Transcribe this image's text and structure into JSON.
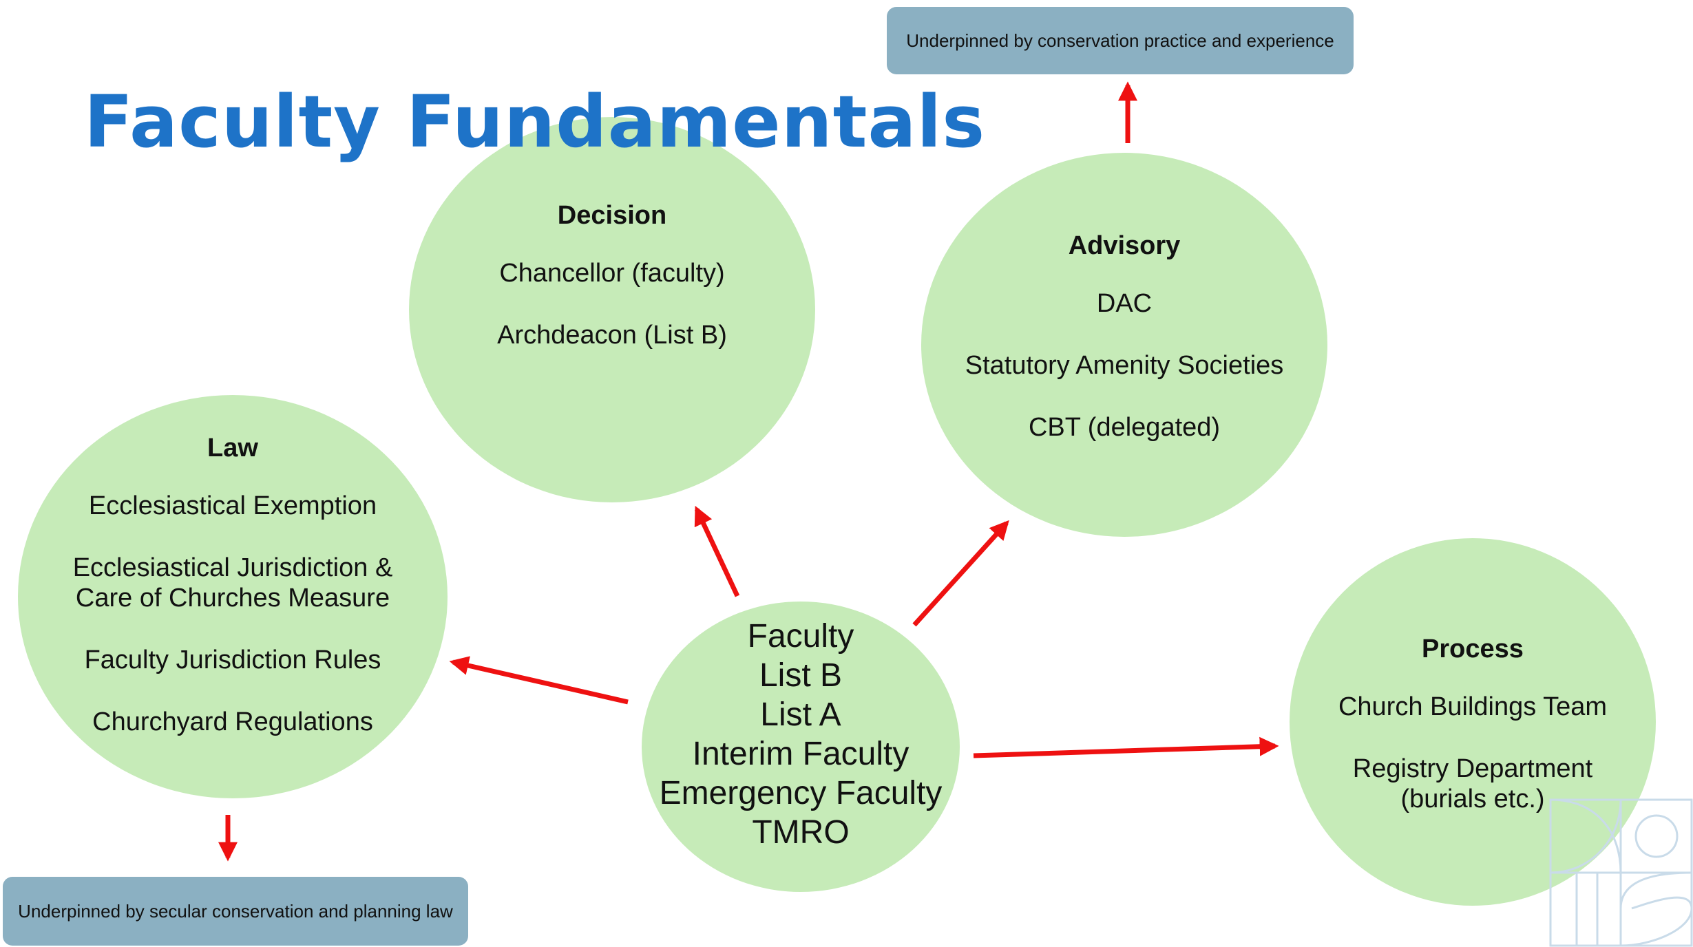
{
  "title": "Faculty Fundamentals",
  "center": {
    "lines": [
      "Faculty",
      "List B",
      "List A",
      "Interim Faculty",
      "Emergency Faculty",
      "TMRO"
    ]
  },
  "decision": {
    "heading": "Decision",
    "items": [
      "Chancellor (faculty)",
      "Archdeacon (List B)"
    ]
  },
  "advisory": {
    "heading": "Advisory",
    "items": [
      "DAC",
      "Statutory Amenity Societies",
      "CBT (delegated)"
    ]
  },
  "law": {
    "heading": "Law",
    "items": [
      "Ecclesiastical Exemption",
      "Ecclesiastical Jurisdiction & Care of Churches Measure",
      "Faculty Jurisdiction Rules",
      "Churchyard Regulations"
    ]
  },
  "process": {
    "heading": "Process",
    "items": [
      "Church Buildings Team",
      "Registry Department (burials etc.)"
    ]
  },
  "notes": {
    "top": "Underpinned by conservation practice and experience",
    "bottom": "Underpinned by secular conservation and planning law"
  },
  "colors": {
    "title": "#1e73c8",
    "circle_fill": "#c6ebb8",
    "note_fill": "#8bb0c2",
    "arrow": "#ee1111"
  }
}
